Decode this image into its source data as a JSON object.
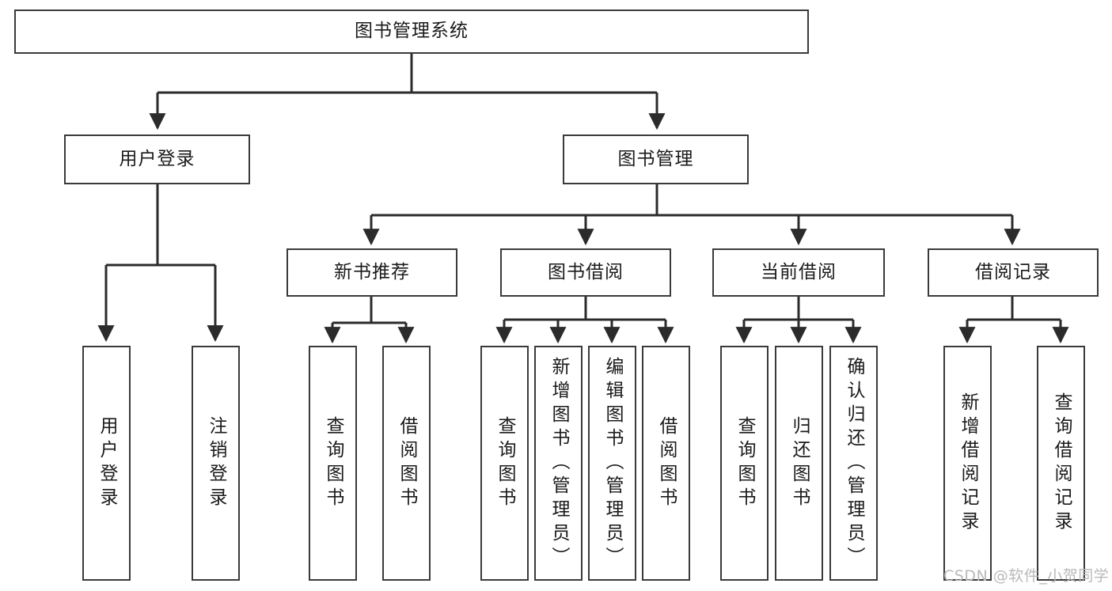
{
  "diagram": {
    "title": "图书管理系统",
    "type": "tree-hierarchy",
    "orientation": "top-down",
    "colors": {
      "box_border": "#3a3a3a",
      "box_fill": "#ffffff",
      "connector": "#2b2b2b",
      "text": "#1a1a1a",
      "watermark": "#b9b9b9"
    }
  },
  "nodes": {
    "root": {
      "label": "图书管理系统"
    },
    "level2": [
      {
        "id": "user-login",
        "label": "用户登录"
      },
      {
        "id": "book-manage",
        "label": "图书管理"
      }
    ],
    "level3": [
      {
        "id": "new-book-recommend",
        "label": "新书推荐"
      },
      {
        "id": "book-borrow",
        "label": "图书借阅"
      },
      {
        "id": "current-borrow",
        "label": "当前借阅"
      },
      {
        "id": "borrow-record",
        "label": "借阅记录"
      }
    ],
    "leaves": {
      "user-login": [
        {
          "id": "leaf-user-login",
          "label": "用户登录"
        },
        {
          "id": "leaf-logout",
          "label": "注销登录"
        }
      ],
      "new-book-recommend": [
        {
          "id": "leaf-query-book-1",
          "label": "查询图书"
        },
        {
          "id": "leaf-borrow-book-1",
          "label": "借阅图书"
        }
      ],
      "book-borrow": [
        {
          "id": "leaf-query-book-2",
          "label": "查询图书"
        },
        {
          "id": "leaf-add-book",
          "label": "新增图书（管理员）"
        },
        {
          "id": "leaf-edit-book",
          "label": "编辑图书（管理员）"
        },
        {
          "id": "leaf-borrow-book-2",
          "label": "借阅图书"
        }
      ],
      "current-borrow": [
        {
          "id": "leaf-query-book-3",
          "label": "查询图书"
        },
        {
          "id": "leaf-return-book",
          "label": "归还图书"
        },
        {
          "id": "leaf-confirm-return",
          "label": "确认归还（管理员）"
        }
      ],
      "borrow-record": [
        {
          "id": "leaf-add-record",
          "label": "新增借阅记录"
        },
        {
          "id": "leaf-query-record",
          "label": "查询借阅记录"
        }
      ]
    }
  },
  "watermark": {
    "text": "CSDN @软件_小贺同学"
  }
}
